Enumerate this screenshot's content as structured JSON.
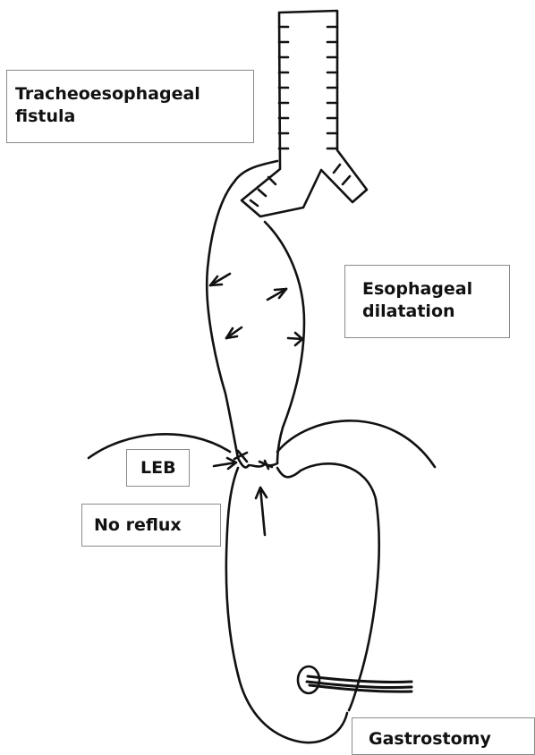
{
  "labels": {
    "fistula": [
      "Tracheoesophageal",
      "fistula"
    ],
    "dilatation": [
      "Esophageal",
      "dilatation"
    ],
    "leb": "LEB",
    "reflux": "No reflux",
    "gastrostomy": "Gastrostomy"
  },
  "colors": {
    "line": "#111111",
    "box_border": "#8a8a8a",
    "background": "#ffffff"
  }
}
